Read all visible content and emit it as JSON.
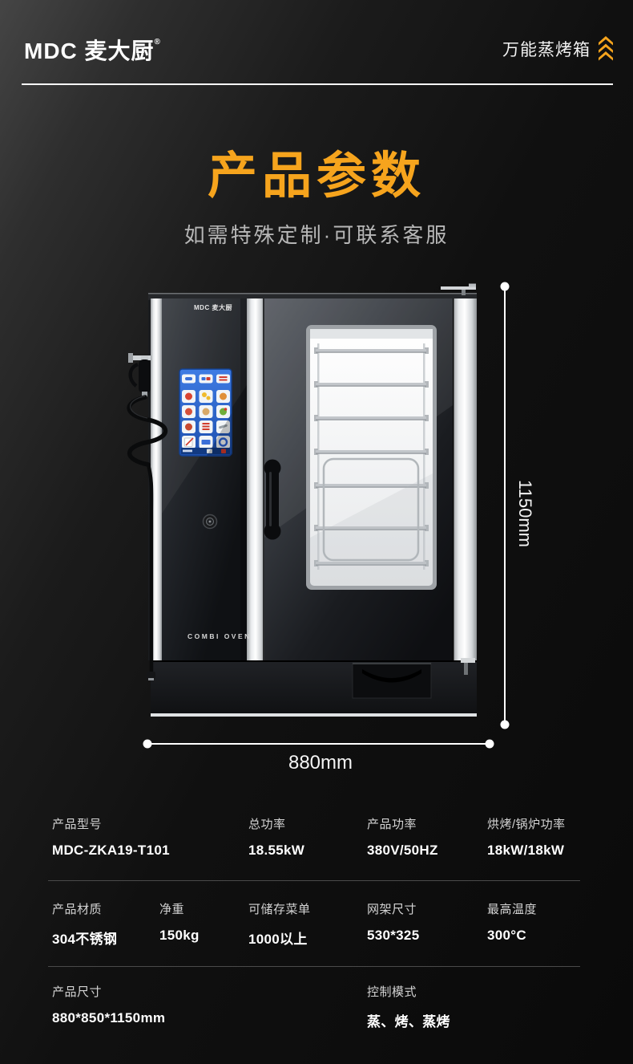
{
  "header": {
    "logo_text": "MDC 麦大厨",
    "logo_reg": "®",
    "product_tag": "万能蒸烤箱",
    "accent_color": "#F6A41D"
  },
  "title": {
    "main": "产品参数",
    "subtitle": "如需特殊定制·可联系客服"
  },
  "oven": {
    "brand_label": "MDC 麦大厨",
    "panel_label": "COMBI OVEN",
    "height_dim": "1150mm",
    "width_dim": "880mm"
  },
  "specs": {
    "rows": [
      {
        "items": [
          {
            "label": "产品型号",
            "value": "MDC-ZKA19-T101"
          },
          {
            "label": "总功率",
            "value": "18.55kW"
          },
          {
            "label": "产品功率",
            "value": "380V/50HZ"
          },
          {
            "label": "烘烤/锅炉功率",
            "value": "18kW/18kW"
          }
        ]
      },
      {
        "items": [
          {
            "label": "产品材质",
            "value": "304不锈钢"
          },
          {
            "label": "净重",
            "value": "150kg"
          },
          {
            "label": "可储存菜单",
            "value": "1000以上"
          },
          {
            "label": "网架尺寸",
            "value": "530*325"
          },
          {
            "label": "最高温度",
            "value": "300°C"
          }
        ]
      },
      {
        "items": [
          {
            "label": "产品尺寸",
            "value": "880*850*1150mm"
          },
          {
            "label": "控制模式",
            "value": "蒸、烤、蒸烤"
          }
        ]
      }
    ]
  }
}
